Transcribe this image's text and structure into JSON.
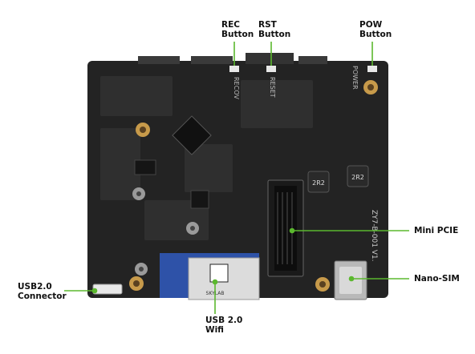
{
  "labels": {
    "rec_button": "REC\nButton",
    "rst_button": "RST\nButton",
    "pow_button": "POW\nButton",
    "mini_pcie": "Mini PCIE",
    "nano_sim": "Nano-SIM",
    "usb_connector": "USB2.0\nConnector",
    "usb_wifi": "USB 2.0\nWifi"
  },
  "silkscreen": {
    "recov": "RECOV",
    "reset": "RESET",
    "power": "POWER",
    "model": "ZY7-B-001 V1.",
    "wifi_brand": "SKYLAB",
    "inductor_1": "2R2",
    "inductor_2": "2R2"
  },
  "colors": {
    "board": "#232323",
    "leader": "#5bb82e",
    "mount_hole": "#c79a4a",
    "wifi_blue": "#2e52a8"
  }
}
